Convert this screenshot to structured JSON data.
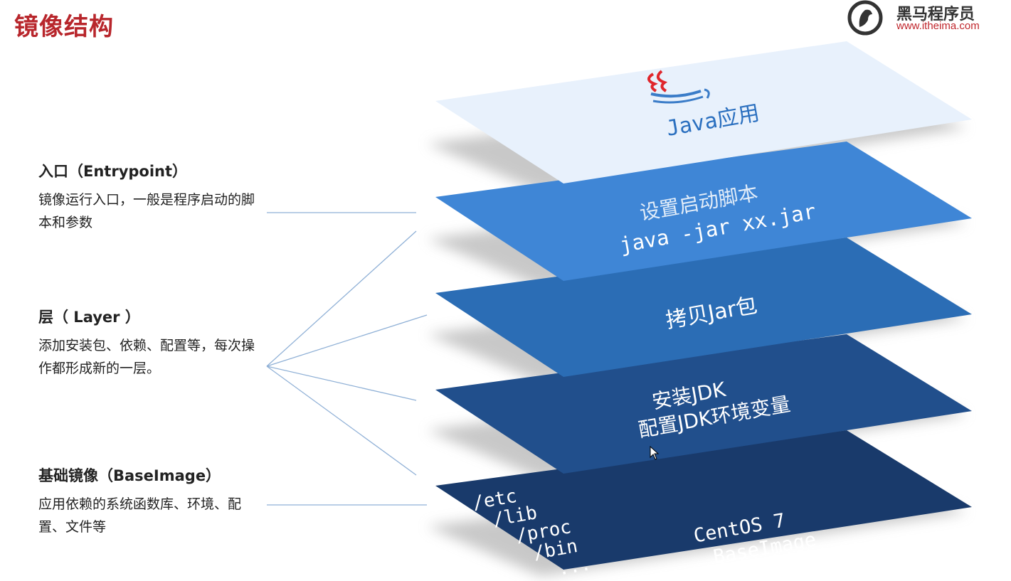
{
  "title": "镜像结构",
  "logo": {
    "name": "黑马程序员",
    "url": "www.itheima.com"
  },
  "annotations": [
    {
      "heading": "入口（Entrypoint）",
      "desc": "镜像运行入口，一般是程序启动的脚本和参数"
    },
    {
      "heading": "层（ Layer ）",
      "desc": "添加安装包、依赖、配置等，每次操作都形成新的一层。"
    },
    {
      "heading": "基础镜像（BaseImage）",
      "desc": "应用依赖的系统函数库、环境、配置、文件等"
    }
  ],
  "layers": [
    {
      "id": "java-app",
      "lines": [
        "Java应用"
      ],
      "color": "#e8f1fc",
      "text_color": "#2a6fbf"
    },
    {
      "id": "entrypoint",
      "lines": [
        "设置启动脚本",
        "java -jar xx.jar"
      ],
      "color": "#3f86d6",
      "text_color": "#ffffff"
    },
    {
      "id": "copy-jar",
      "lines": [
        "拷贝Jar包"
      ],
      "color": "#2b6db5",
      "text_color": "#ffffff"
    },
    {
      "id": "jdk",
      "lines": [
        "安装JDK",
        "配置JDK环境变量"
      ],
      "color": "#214f8c",
      "text_color": "#ffffff"
    },
    {
      "id": "base",
      "lines": [
        "CentOS 7",
        "BaseImage"
      ],
      "dirs": [
        "/etc",
        "/lib",
        "/proc",
        "/bin",
        "..."
      ],
      "color": "#193a6b",
      "text_color": "#ffffff"
    }
  ]
}
